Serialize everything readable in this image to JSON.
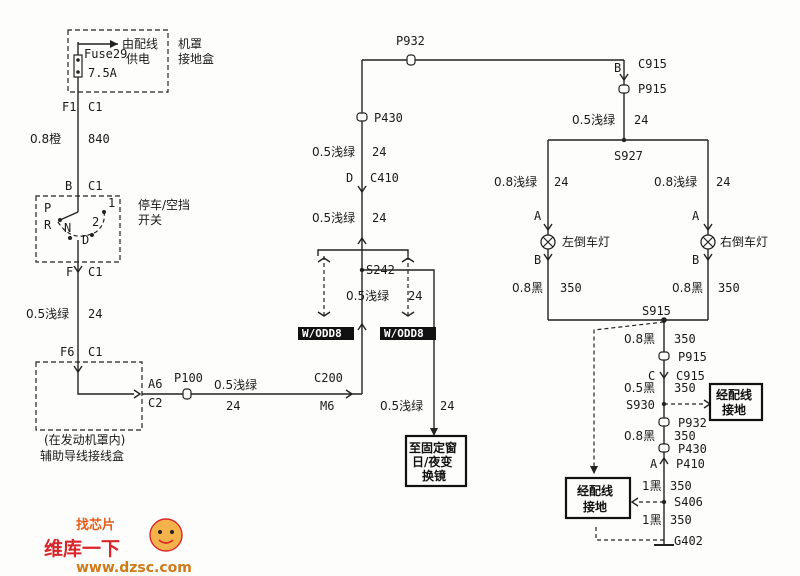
{
  "fuse_box": {
    "fuse": "Fuse29",
    "rating": "7.5A",
    "supply_label_1": "由配线",
    "supply_label_2": "供电",
    "title_1": "机罩",
    "title_2": "接地盒"
  },
  "left_chain": {
    "f1": "F1",
    "c1_top": "C1",
    "wire_840_color": "0.8橙",
    "wire_840": "840",
    "b": "B",
    "c1_switch": "C1",
    "switch_p": "P",
    "switch_r": "R",
    "switch_n": "N",
    "switch_d": "D",
    "switch_2": "2",
    "switch_1": "1",
    "switch_title_1": "停车/空挡",
    "switch_title_2": "开关",
    "f": "F",
    "c1_switch_out": "C1",
    "wire_24_color": "0.5浅绿",
    "wire_24": "24",
    "f6": "F6",
    "c1_aux": "C1",
    "aux_label_1": "(在发动机罩内)",
    "aux_label_2": "辅助导线接线盒",
    "a6": "A6",
    "c2": "C2"
  },
  "mid_chain": {
    "p100": "P100",
    "wire_color": "0.5浅绿",
    "wire_num": "24",
    "c200": "C200",
    "m6": "M6",
    "p932": "P932",
    "p430": "P430",
    "w1_color": "0.5浅绿",
    "w1_num": "24",
    "d": "D",
    "c410": "C410",
    "w2_color": "0.5浅绿",
    "w2_num": "24",
    "s242": "S242",
    "w3_color": "0.5浅绿",
    "w3_num": "24",
    "odd_left": "W/ODD8",
    "odd_right": "W/ODD8",
    "w4_color": "0.5浅绿",
    "w4_num": "24",
    "mirror_1": "至固定窗",
    "mirror_2": "日/夜变",
    "mirror_3": "换镜"
  },
  "right_chain": {
    "b": "B",
    "c915": "C915",
    "p915": "P915",
    "w_color": "0.5浅绿",
    "w_num": "24",
    "s927": "S927",
    "l_color": "0.8浅绿",
    "l_num": "24",
    "r_color": "0.8浅绿",
    "r_num": "24",
    "la": "A",
    "ra": "A",
    "left_lamp": "左倒车灯",
    "right_lamp": "右倒车灯",
    "lb": "B",
    "rb": "B",
    "lg_color": "0.8黑",
    "lg_num": "350",
    "rg_color": "0.8黑",
    "rg_num": "350",
    "s915": "S915",
    "g1_color": "0.8黑",
    "g1_num": "350",
    "p915b": "P915",
    "c": "C",
    "c915b": "C915",
    "g2_color": "0.5黑",
    "g2_num": "350",
    "s930": "S930",
    "p932b": "P932",
    "ground_box_1": "经配线",
    "ground_box_2": "接地",
    "g3_color": "0.8黑",
    "g3_num": "350",
    "p430b": "P430",
    "a": "A",
    "p410": "P410",
    "g4_color": "1黑",
    "g4_num": "350",
    "s406": "S406",
    "g5_color": "1黑",
    "g5_num": "350",
    "ground_box2_1": "经配线",
    "ground_box2_2": "接地",
    "g402": "G402"
  },
  "watermark": {
    "line1": "找芯片",
    "line2": "维库一下",
    "url": "www.dzsc.com"
  },
  "colors": {
    "ink": "#222222",
    "watermark_red": "#d9262b",
    "watermark_orange": "#e85b1a"
  }
}
